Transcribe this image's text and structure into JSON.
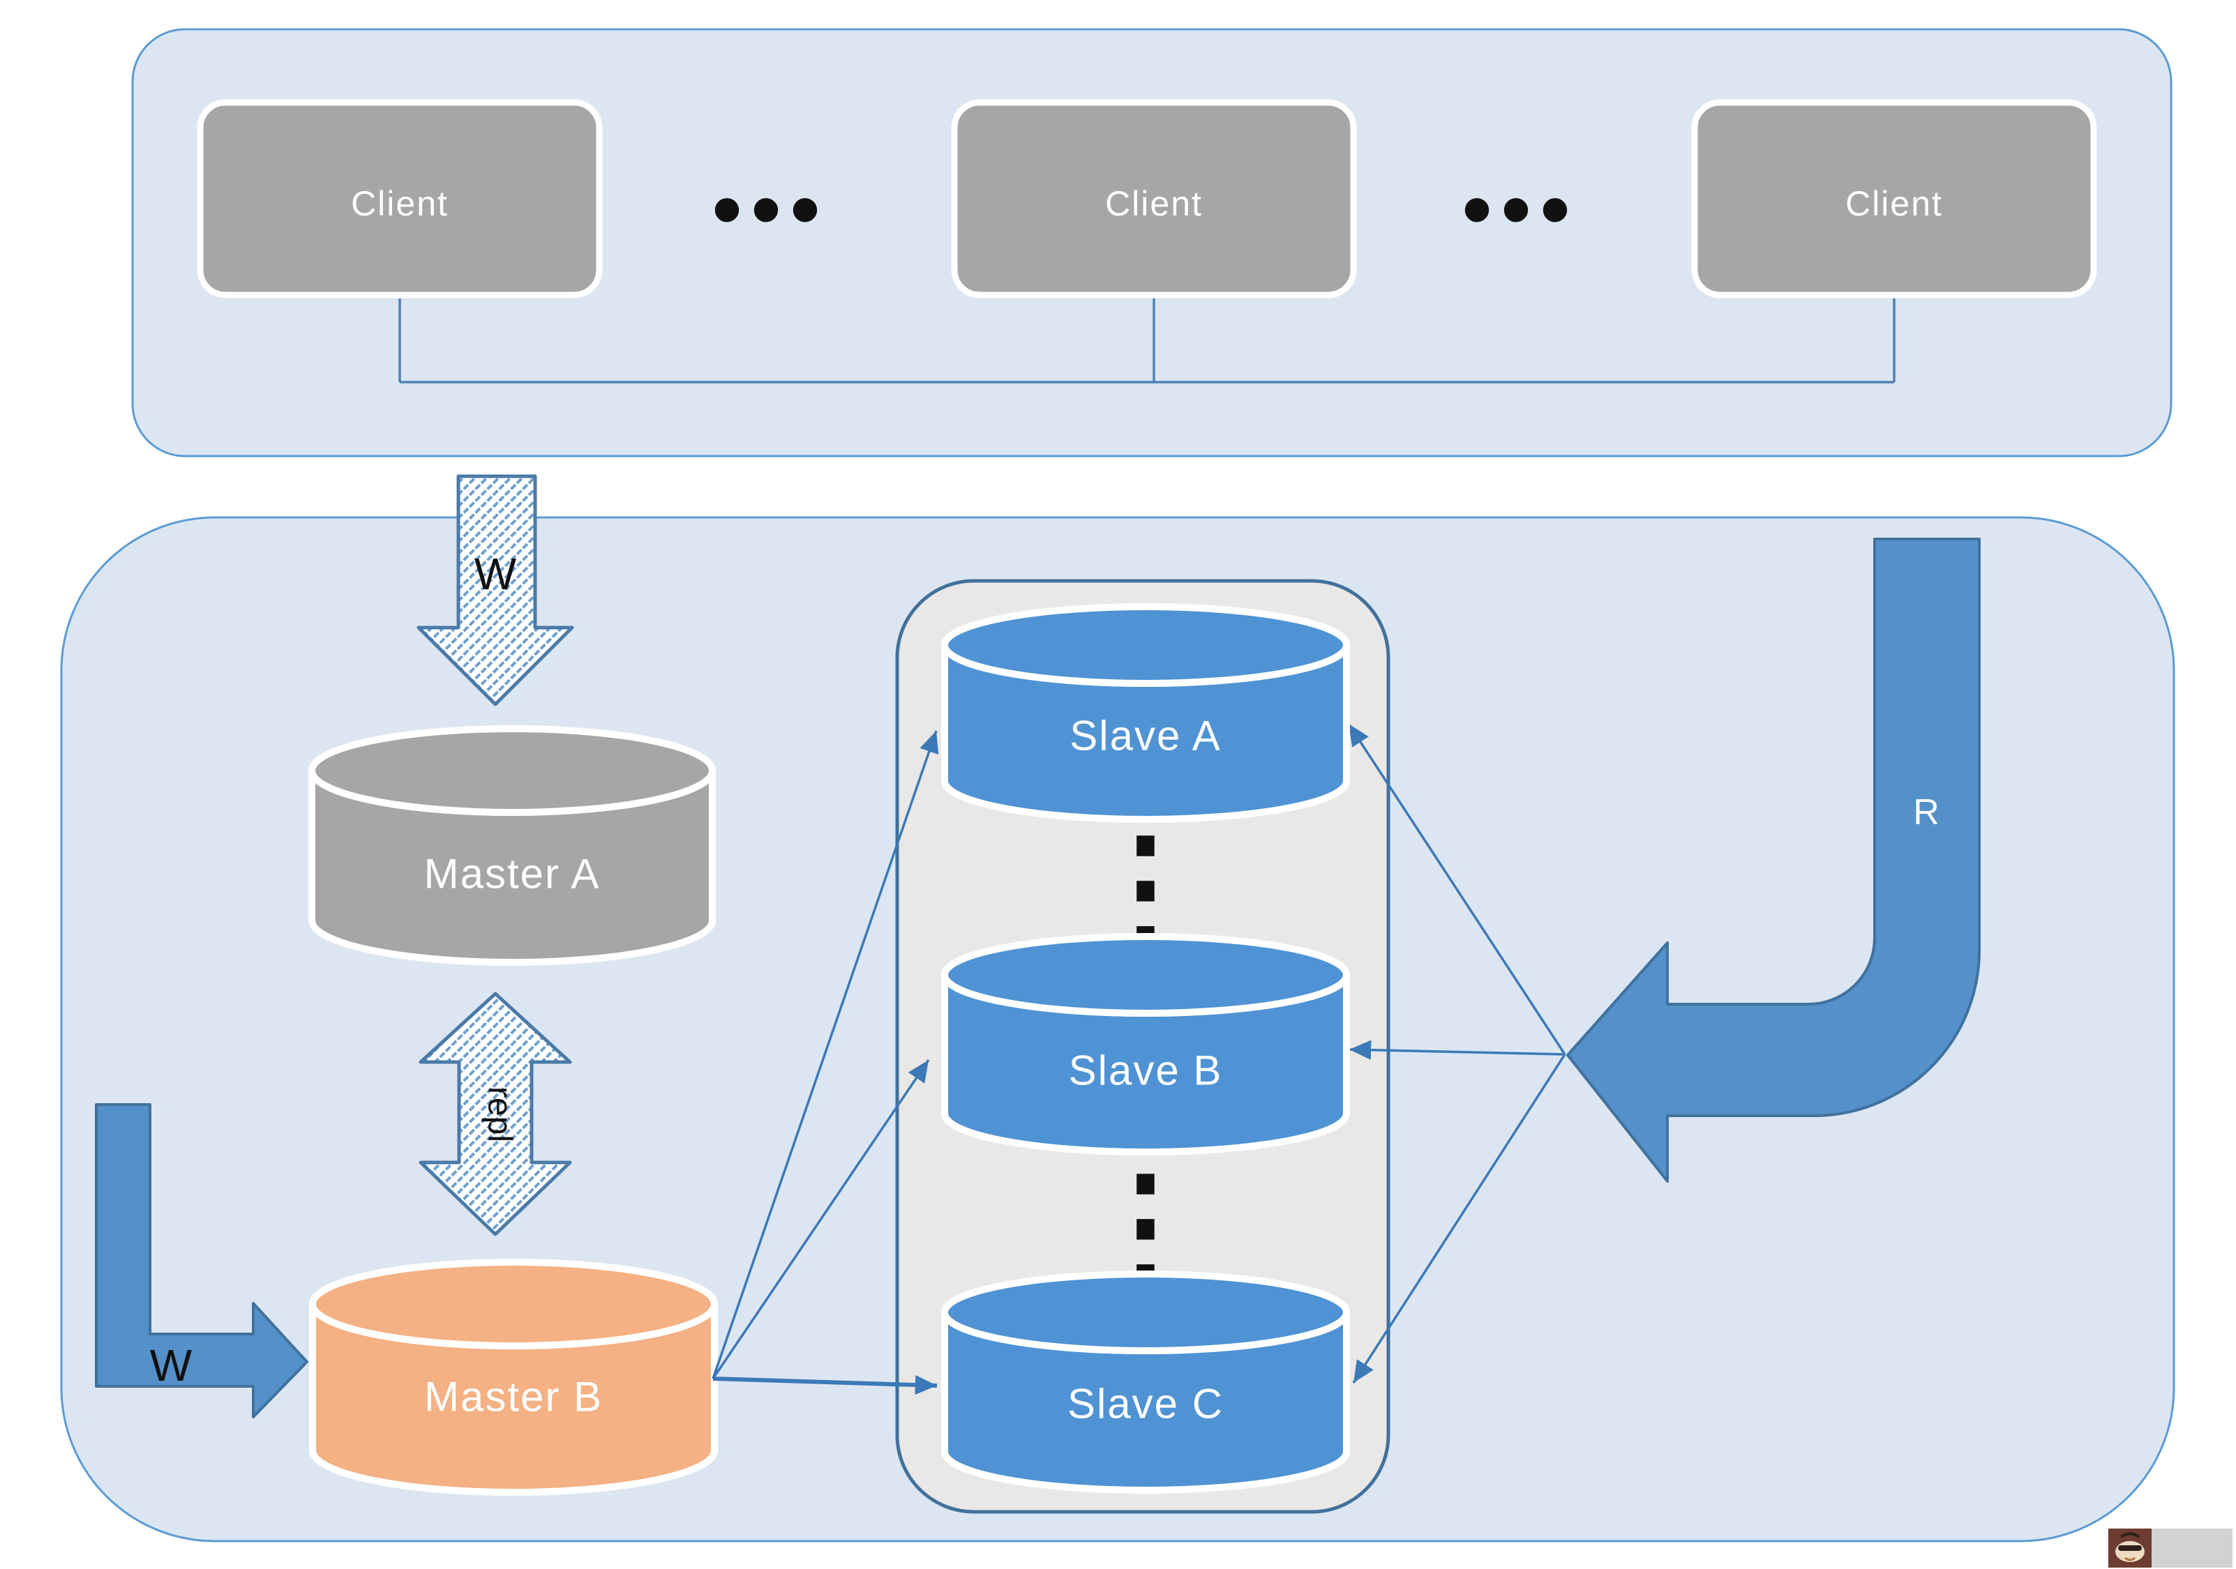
{
  "colors": {
    "panel_fill": "#dce6f2",
    "panel_border": "#5b9bd5",
    "client_fill": "#a7a6a6",
    "node_border": "#ffffff",
    "master_a_fill": "#a7a6a6",
    "master_b_fill": "#f4b183",
    "slave_fill": "#4f93d4",
    "slave_container_fill": "#e9e8e7",
    "slave_container_border": "#41719c",
    "solid_arrow_fill": "#5490ca",
    "solid_arrow_border": "#41719c",
    "hatch_arrow_border": "#4a7aa8",
    "hatch_line": "#6fa0cf",
    "connector": "#3b79b7",
    "bus": "#5081b5",
    "label_light": "#ffffff",
    "label_dark": "#111111",
    "watermark_bar": "#d3d2d2",
    "watermark_logo": "#6e3c31"
  },
  "clients_section": {
    "clients": [
      {
        "label": "Client"
      },
      {
        "label": "Client"
      },
      {
        "label": "Client"
      }
    ],
    "ellipsis": "•••"
  },
  "storage_section": {
    "master_a": {
      "label": "Master A"
    },
    "master_b": {
      "label": "Master B"
    },
    "slaves": [
      {
        "label": "Slave A"
      },
      {
        "label": "Slave B"
      },
      {
        "label": "Slave C"
      }
    ],
    "vertical_ellipsis": "⋮"
  },
  "arrows": {
    "client_write": {
      "label": "W"
    },
    "master_b_write": {
      "label": "W"
    },
    "replication": {
      "label": "repl"
    },
    "read": {
      "label": "R"
    }
  }
}
